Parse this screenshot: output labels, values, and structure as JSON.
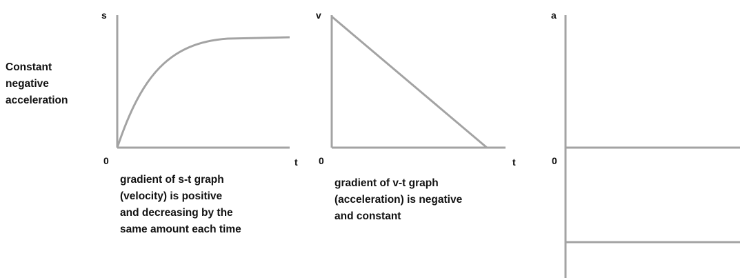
{
  "side_label": {
    "lines": [
      "Constant",
      "negative",
      "acceleration"
    ]
  },
  "colors": {
    "line": "#a3a3a3",
    "text": "#111111"
  },
  "graphs": {
    "st": {
      "y_label": "s",
      "x_label": "t",
      "origin_label": "0",
      "curve_shape": "rising curve that levels off",
      "caption": [
        "gradient of s-t graph",
        "(velocity) is positive",
        "and decreasing by the",
        "same amount each time"
      ]
    },
    "vt": {
      "y_label": "v",
      "x_label": "t",
      "origin_label": "0",
      "line_shape": "straight line falling to zero",
      "caption": [
        "gradient of v-t graph",
        "(acceleration) is negative",
        "and constant"
      ]
    },
    "at": {
      "y_label": "a",
      "origin_label": "0",
      "line_shape": "horizontal line below zero"
    }
  }
}
